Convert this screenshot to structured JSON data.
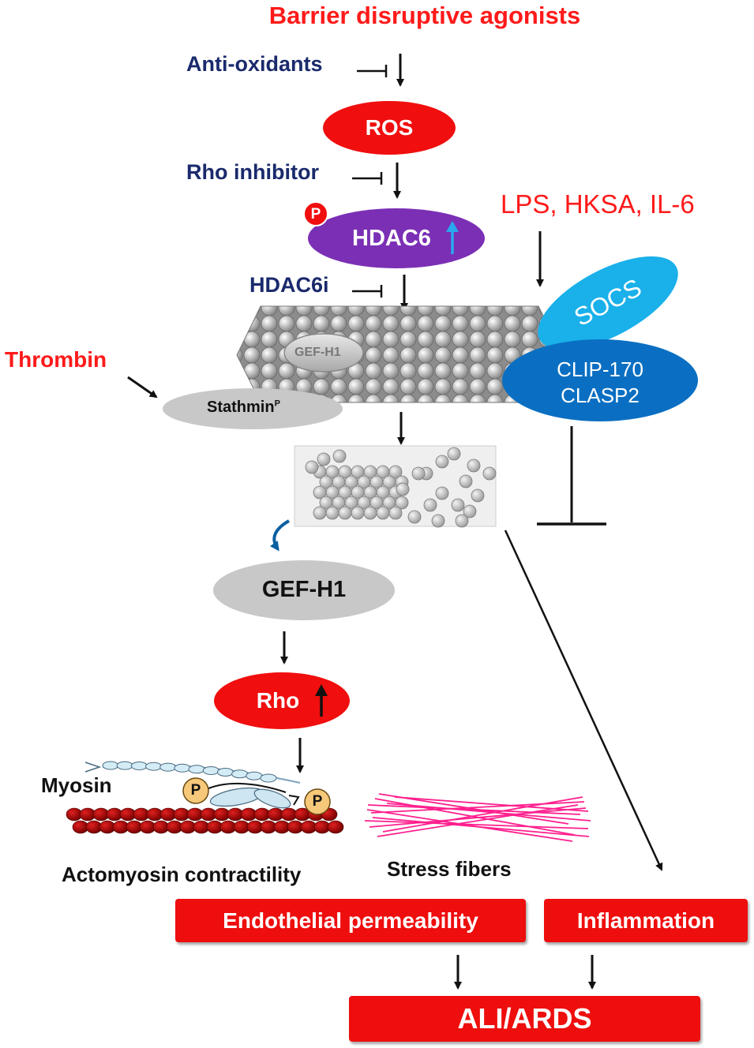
{
  "title": "Barrier disruptive agonists",
  "inhibitors": {
    "antioxidants": "Anti-oxidants",
    "rho_inhibitor": "Rho inhibitor",
    "hdac6i": "HDAC6i"
  },
  "nodes": {
    "ros": "ROS",
    "phospho": "P",
    "hdac6": "HDAC6",
    "lps": "LPS, HKSA, IL-6",
    "socs": "SOCS",
    "clip170": "CLIP-170",
    "clasp2": "CLASP2",
    "thrombin": "Thrombin",
    "stathmin": "Stathmin",
    "stathmin_sup": "P",
    "gef_h1_small": "GEF-H1",
    "gef_h1": "GEF-H1",
    "rho": "Rho",
    "myosin": "Myosin",
    "myosin_p": "P",
    "actomyosin": "Actomyosin  contractility",
    "stress_fibers": "Stress fibers",
    "endothelial": "Endothelial permeability",
    "inflammation": "Inflammation",
    "ali_ards": "ALI/ARDS"
  },
  "colors": {
    "red": "#ff1a1a",
    "navy": "#1a2a6c",
    "hdac6_purple": "#7b2fb5",
    "socs_cyan": "#1ab0ea",
    "clip_blue": "#0a6fc2",
    "gray": "#c8c8c8",
    "stress_pink": "#ff1f8e"
  }
}
